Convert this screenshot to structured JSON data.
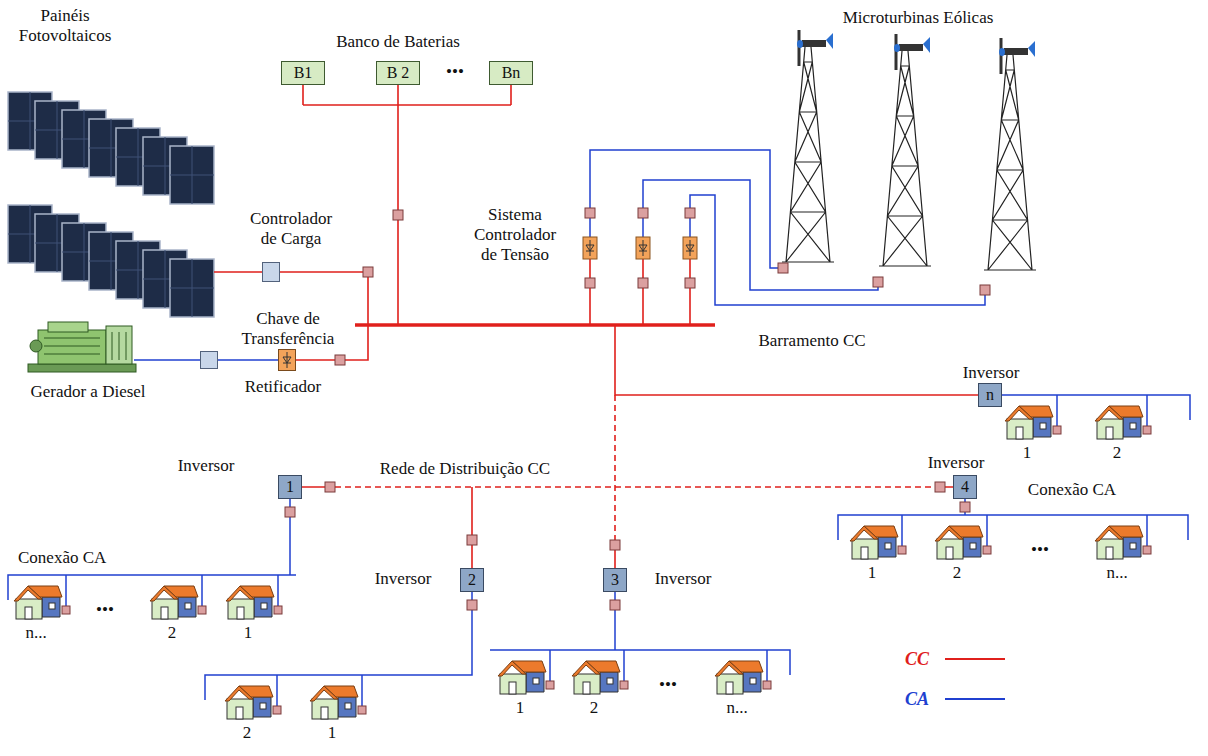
{
  "diagram": {
    "nodes": [
      {
        "text": [
          "B1"
        ]
      },
      {
        "text": [
          "B 2"
        ]
      },
      {
        "text": [
          "Bn"
        ]
      },
      {
        "text": [
          "Controlador de Carga"
        ]
      },
      {
        "text": [
          "Chave de Transferência"
        ]
      },
      {
        "text": [
          "Retificador"
        ]
      },
      {
        "text": [
          "Inversor",
          "n"
        ]
      },
      {
        "text": [
          "Inversor",
          "1"
        ]
      },
      {
        "text": [
          "Inversor",
          "2"
        ]
      },
      {
        "text": [
          "Inversor",
          "3"
        ]
      },
      {
        "text": [
          "Inversor",
          "4"
        ]
      }
    ],
    "edges": [
      {
        "from": 4,
        "to": 5,
        "arrow": "none"
      }
    ],
    "labels": [
      "Painéis Fotovoltaicos",
      "Banco de Baterias",
      "•••",
      "Microturbinas Eólicas",
      "Sistema Controlador de Tensão",
      "Barramento CC",
      "Gerador a Diesel",
      "Rede de Distribuição CC",
      "Conexão CA",
      "Conexão CA",
      "1",
      "2",
      "1",
      "2",
      "•••",
      "n...",
      "n...",
      "•••",
      "2",
      "1",
      "2",
      "1",
      "1",
      "2",
      "•••",
      "n..."
    ],
    "legend": [
      {
        "text": "CC"
      },
      {
        "text": "CA"
      }
    ]
  }
}
